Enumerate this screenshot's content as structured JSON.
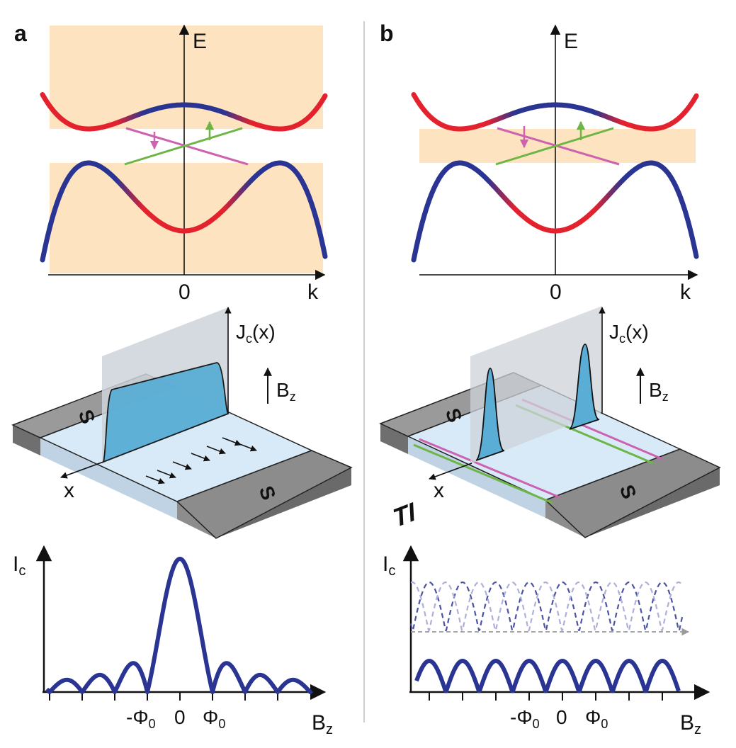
{
  "panels": [
    {
      "id": "a",
      "label": "a"
    },
    {
      "id": "b",
      "label": "b"
    }
  ],
  "band_plot": {
    "energy_label": "E",
    "momentum_label": "k",
    "zero_label": "0"
  },
  "device": {
    "current_label_main": "J",
    "current_label_sub": "c",
    "current_label_arg": "(x)",
    "field_label_main": "B",
    "field_label_sub": "z",
    "x_label": "x",
    "contact_label": "S",
    "ti_label": "TI"
  },
  "pattern": {
    "ic_main": "I",
    "ic_sub": "c",
    "bz_main": "B",
    "bz_sub": "z",
    "neg_flux": "-Φ",
    "flux_sub": "0",
    "pos_flux": "Φ",
    "zero": "0"
  },
  "colors": {
    "gap_fill": "#fde3c0",
    "band_blue": "#2a3492",
    "band_red": "#e4222e",
    "edge_pink": "#cd62b0",
    "edge_green": "#6db545",
    "current_blue": "#5aaed6",
    "substrate": "#d8eaf7",
    "contact_gray": "#8c8c8c"
  }
}
